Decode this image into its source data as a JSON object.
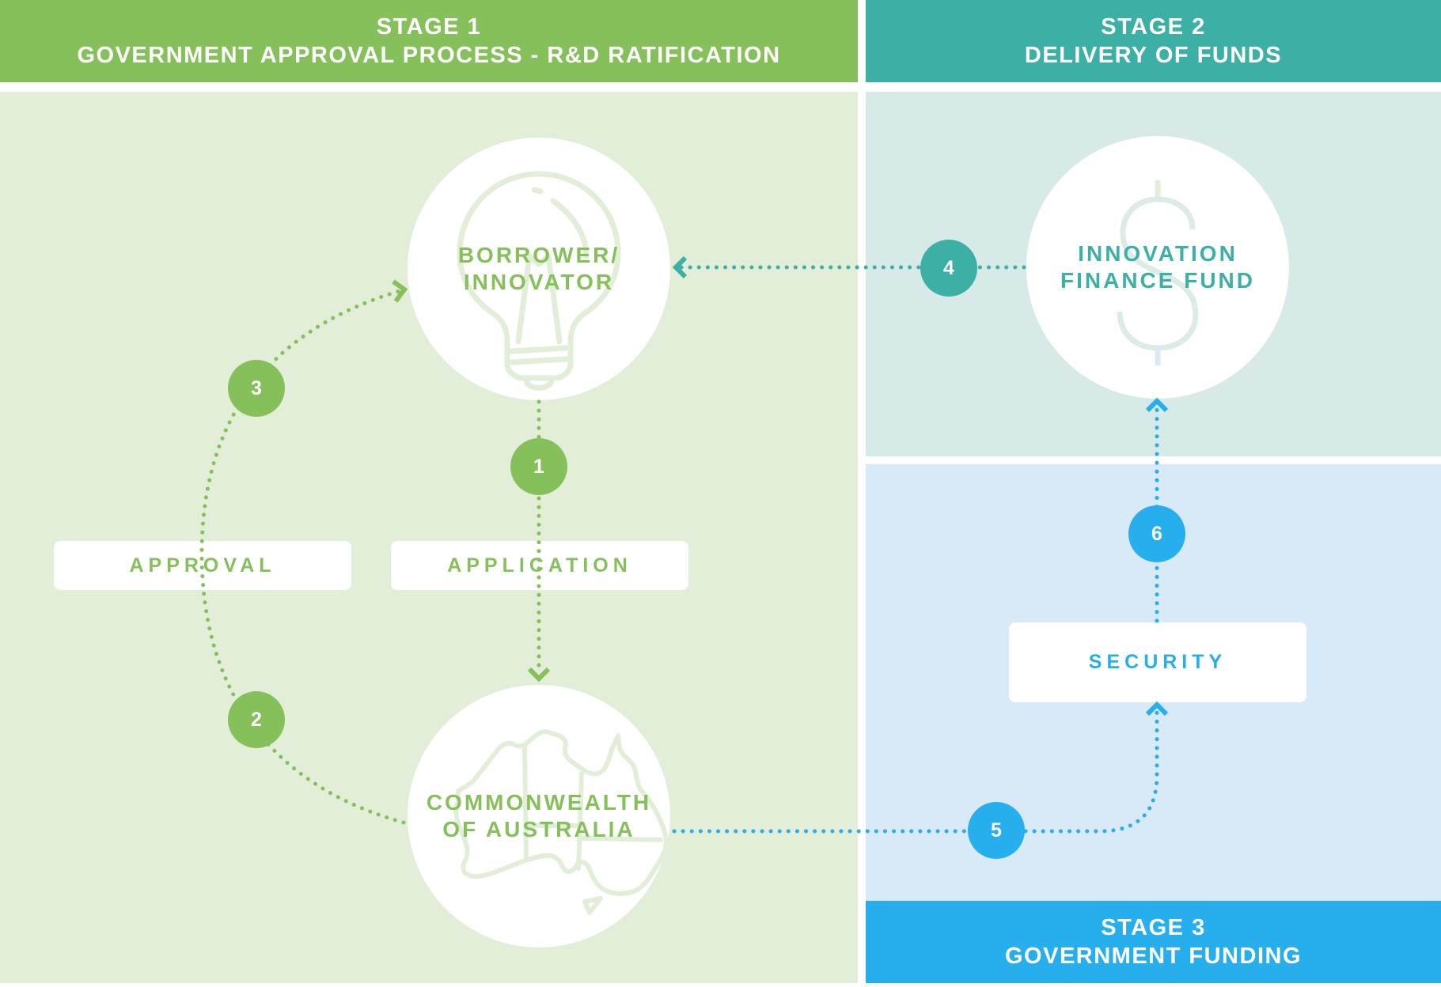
{
  "colors": {
    "stage1": "#86c05a",
    "stage1_bg": "#e2eed8",
    "stage2": "#3cb0a5",
    "stage2_bg": "#d7eae8",
    "stage3": "#27aeec",
    "stage3_bg": "#d8e9f8",
    "icon_tint": "#e2eed8"
  },
  "stages": [
    {
      "title": "STAGE 1",
      "subtitle": "GOVERNMENT APPROVAL PROCESS - R&D RATIFICATION"
    },
    {
      "title": "STAGE 2",
      "subtitle": "DELIVERY OF FUNDS"
    },
    {
      "title": "STAGE 3",
      "subtitle": "GOVERNMENT FUNDING"
    }
  ],
  "nodes": {
    "borrower": {
      "line1": "BORROWER/",
      "line2": "INNOVATOR",
      "icon": "lightbulb-icon"
    },
    "fund": {
      "line1": "INNOVATION",
      "line2": "FINANCE FUND",
      "icon": "dollar-icon"
    },
    "commonwealth": {
      "line1": "COMMONWEALTH",
      "line2": "OF AUSTRALIA",
      "icon": "australia-map-icon"
    }
  },
  "labels": {
    "approval": "APPROVAL",
    "application": "APPLICATION",
    "security": "SECURITY"
  },
  "steps": [
    "1",
    "2",
    "3",
    "4",
    "5",
    "6"
  ]
}
